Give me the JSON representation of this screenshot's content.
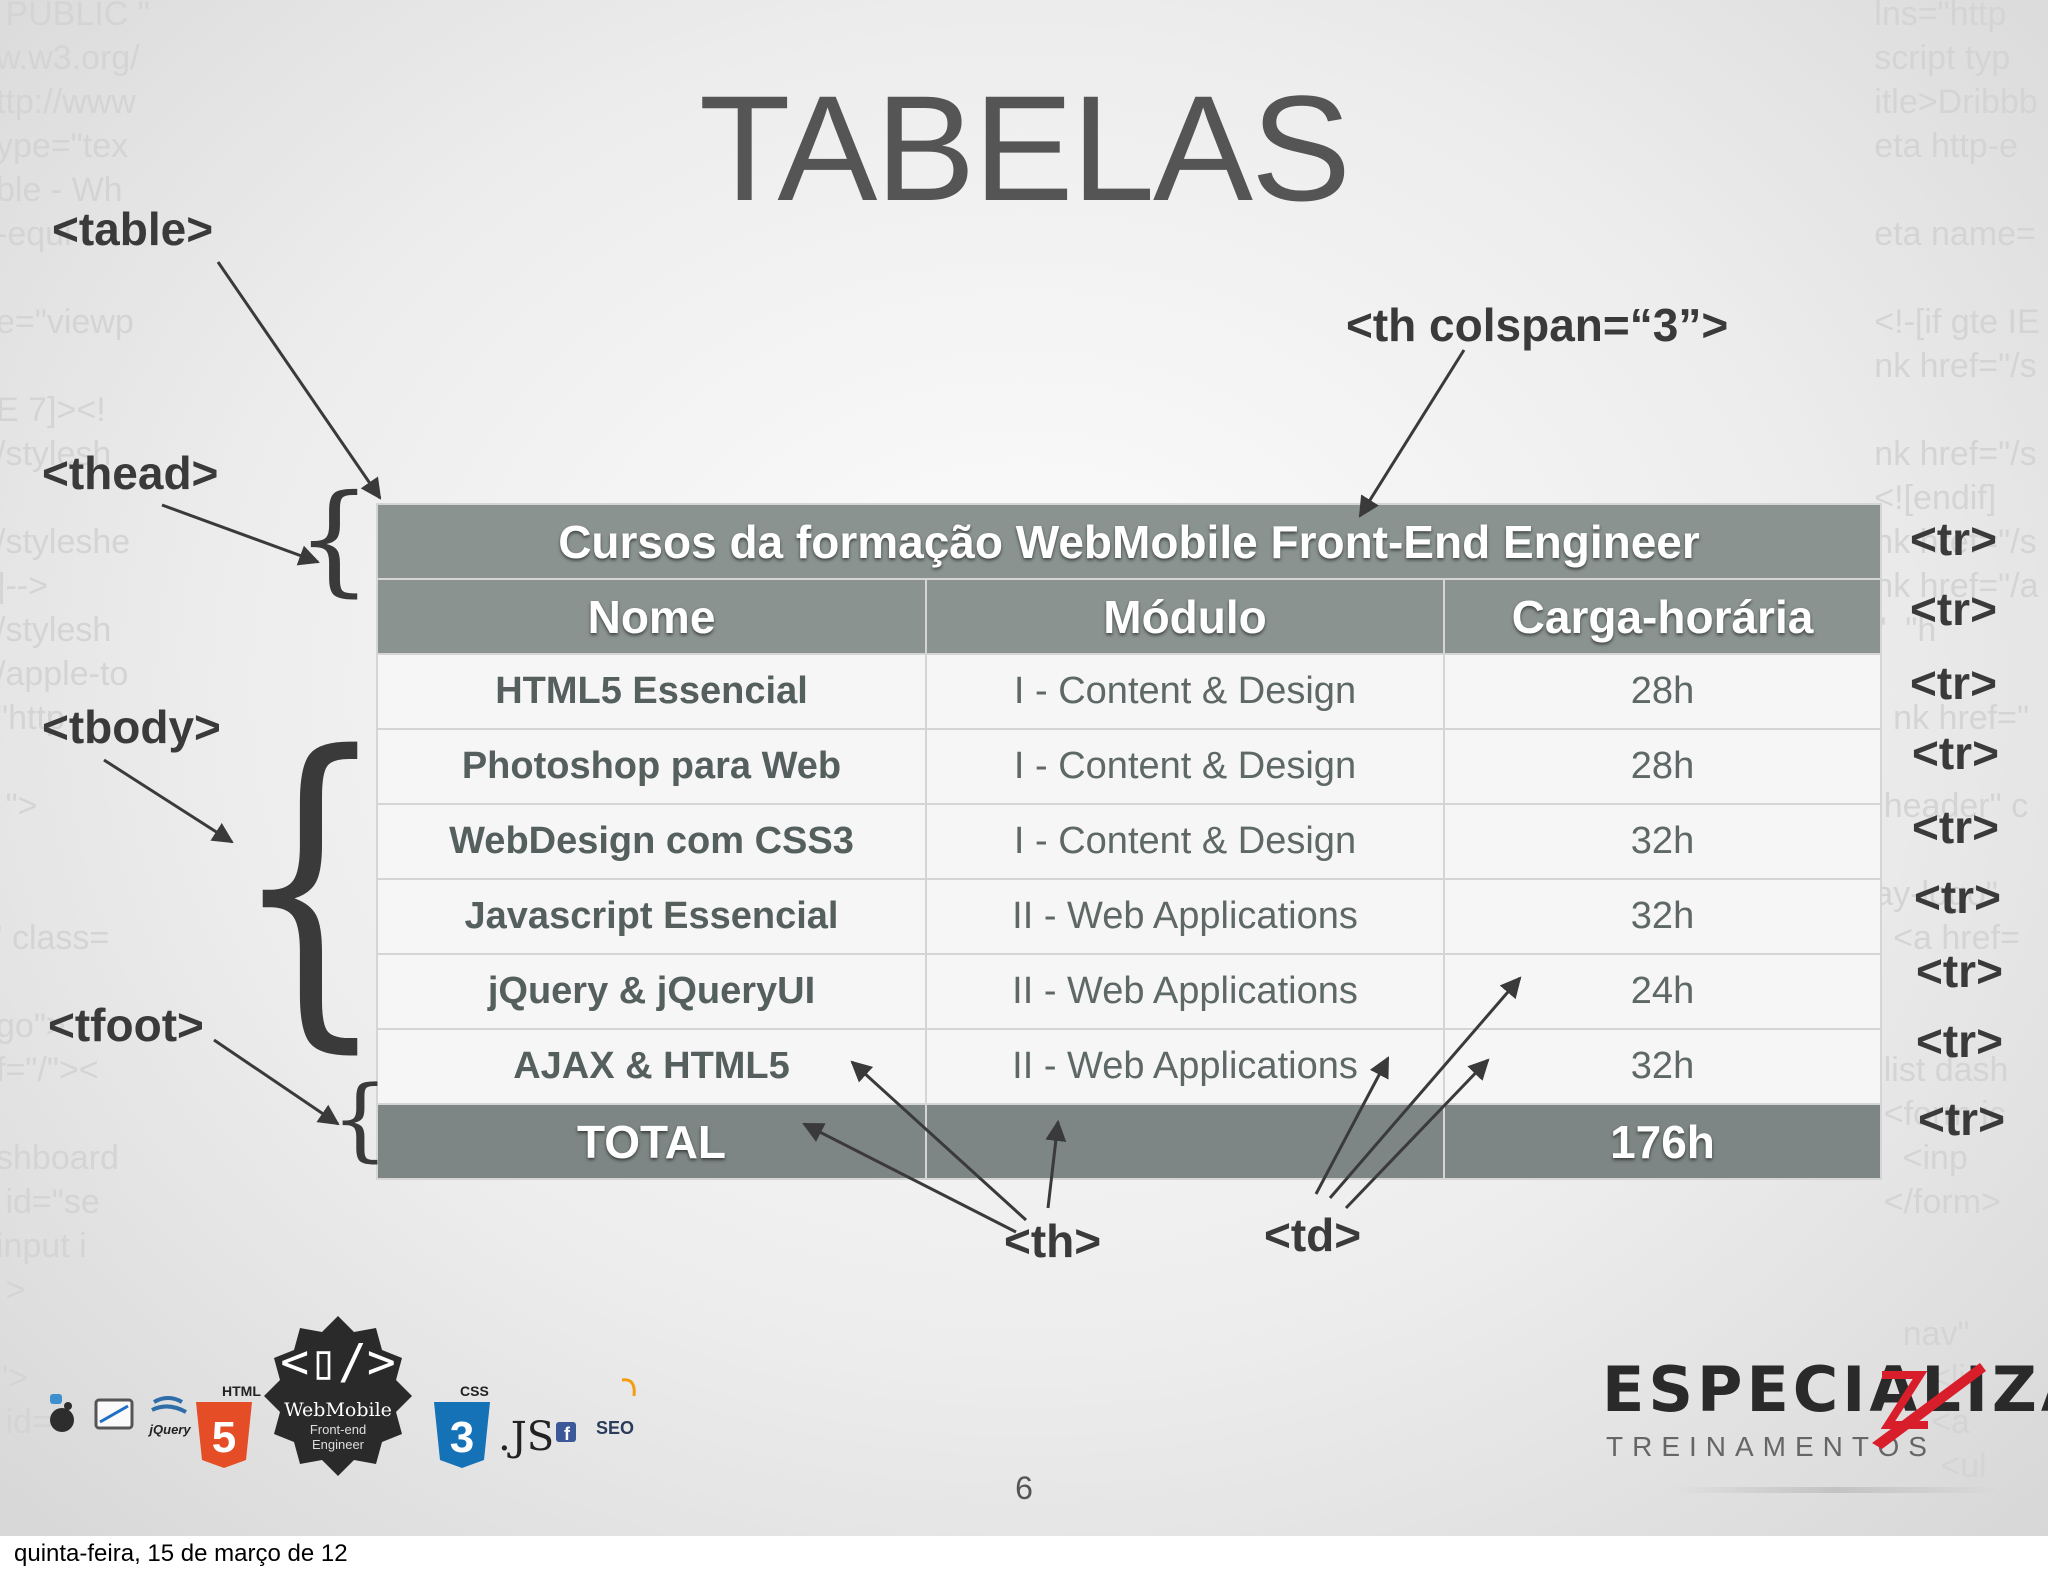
{
  "slide": {
    "title": "TABELAS",
    "page_number": "6",
    "footer_date": "quinta-feira, 15 de março de 12"
  },
  "labels": {
    "table": "<table>",
    "thead": "<thead>",
    "tbody": "<tbody>",
    "tfoot": "<tfoot>",
    "th_colspan": "<th colspan=“3”>",
    "th": "<th>",
    "td": "<td>",
    "tr": "<tr>"
  },
  "course_table": {
    "caption": "Cursos da formação WebMobile Front-End Engineer",
    "headers": [
      "Nome",
      "Módulo",
      "Carga-horária"
    ],
    "rows": [
      {
        "name": "HTML5 Essencial",
        "module": "I - Content & Design",
        "hours": "28h"
      },
      {
        "name": "Photoshop para Web",
        "module": "I - Content & Design",
        "hours": "28h"
      },
      {
        "name": "WebDesign com CSS3",
        "module": "I - Content & Design",
        "hours": "32h"
      },
      {
        "name": "Javascript Essencial",
        "module": "II - Web Applications",
        "hours": "32h"
      },
      {
        "name": "jQuery & jQueryUI",
        "module": "II - Web Applications",
        "hours": "24h"
      },
      {
        "name": "AJAX & HTML5",
        "module": "II - Web Applications",
        "hours": "32h"
      }
    ],
    "footer": {
      "label": "TOTAL",
      "module": "",
      "hours": "176h"
    }
  },
  "logos": {
    "badge_text": "WebMobile",
    "badge_sub1": "Front-end",
    "badge_sub2": "Engineer",
    "html_label": "HTML",
    "html_number": "5",
    "css_label": "CSS",
    "css_number": "3",
    "js_label": ".JS",
    "seo_label": "SEO",
    "jquery_label": "jQuery",
    "brand_name": "ESPECIALIZA",
    "brand_sub": "TREINAMENTOS"
  },
  "colors": {
    "header_bg": "#8a9390",
    "footer_bg": "#7d8684",
    "row_bg": "#f6f6f6",
    "html5": "#e44d26",
    "css3": "#1572b6",
    "brand_accent": "#d81e2a"
  },
  "icons": [
    "table-annotation-arrow",
    "curly-brace",
    "webmobile-badge",
    "html5-logo",
    "css3-logo",
    "jquery-logo",
    "android-icon",
    "apple-icon",
    "facebook-icon",
    "device-icon"
  ]
}
